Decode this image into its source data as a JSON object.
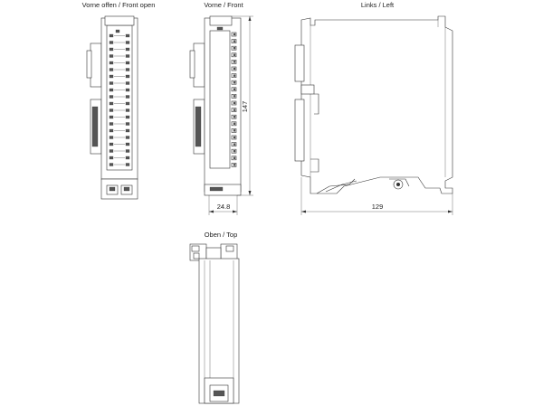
{
  "views": {
    "front_open": {
      "label": "Vorne offen / Front open"
    },
    "front": {
      "label": "Vorne / Front"
    },
    "left": {
      "label": "Links / Left"
    },
    "top": {
      "label": "Oben / Top"
    }
  },
  "dimensions": {
    "height": "147",
    "width": "24.8",
    "depth": "129"
  }
}
